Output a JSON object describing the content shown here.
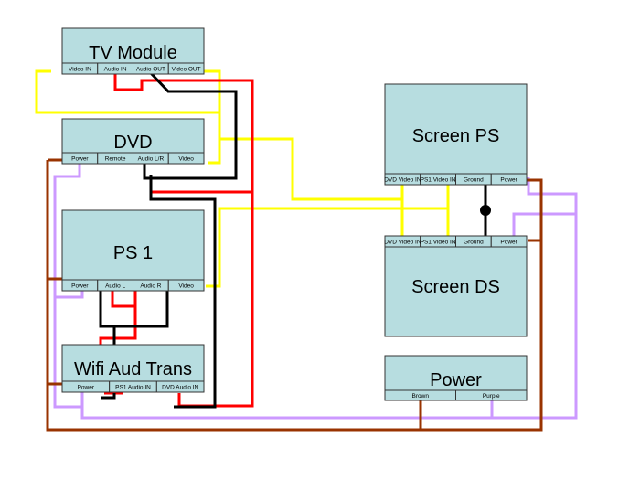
{
  "modules": {
    "tv": {
      "title": "TV Module",
      "ports": [
        "Video IN",
        "Audio IN",
        "Audio OUT",
        "Video OUT"
      ]
    },
    "dvd": {
      "title": "DVD",
      "ports": [
        "Power",
        "Remote",
        "Audio L/R",
        "Video"
      ]
    },
    "ps1": {
      "title": "PS 1",
      "ports": [
        "Power",
        "Audio L",
        "Audio R",
        "Video"
      ]
    },
    "wifi": {
      "title": "Wifi Aud Trans",
      "ports": [
        "Power",
        "PS1 Audio IN",
        "DVD Audio IN"
      ]
    },
    "scrps": {
      "title": "Screen PS",
      "ports": [
        "DVD Video IN",
        "PS1 Video IN",
        "Ground",
        "Power"
      ]
    },
    "scrds": {
      "title": "Screen DS",
      "ports": [
        "DVD Video IN",
        "PS1 Video IN",
        "Ground",
        "Power"
      ]
    },
    "power": {
      "title": "Power",
      "ports": [
        "Brown",
        "Purple"
      ]
    }
  },
  "wire_colors": {
    "video": "#ffff00",
    "audio_red": "#ff0000",
    "audio_black": "#000000",
    "power_brown": "#993300",
    "power_purple": "#cc99ff",
    "ground": "#000000"
  }
}
